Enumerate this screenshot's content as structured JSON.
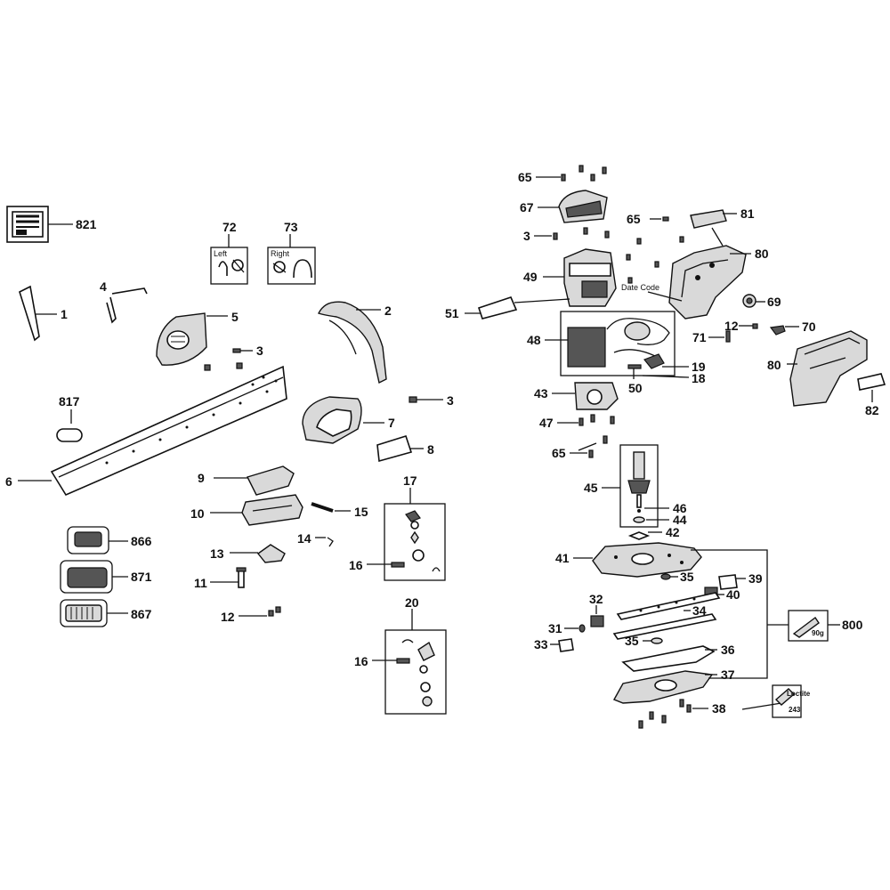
{
  "labels": {
    "p821": "821",
    "p72": "72",
    "p73": "73",
    "p1": "1",
    "p4": "4",
    "p5": "5",
    "p2": "2",
    "p3a": "3",
    "p3b": "3",
    "p817": "817",
    "p6": "6",
    "p7": "7",
    "p8": "8",
    "p9": "9",
    "p10": "10",
    "p15": "15",
    "p17": "17",
    "p14": "14",
    "p16a": "16",
    "p13": "13",
    "p11": "11",
    "p12a": "12",
    "p866": "866",
    "p871": "871",
    "p867": "867",
    "p20": "20",
    "p16b": "16",
    "p65a": "65",
    "p67": "67",
    "p65b": "65",
    "p81": "81",
    "p3c": "3",
    "p80a": "80",
    "p49": "49",
    "p69": "69",
    "p51": "51",
    "p12b": "12",
    "p70": "70",
    "p71": "71",
    "p48": "48",
    "p80b": "80",
    "p19": "19",
    "p18": "18",
    "p50": "50",
    "p43": "43",
    "p82": "82",
    "p47": "47",
    "p65c": "65",
    "p45": "45",
    "p46": "46",
    "p44": "44",
    "p42": "42",
    "p41": "41",
    "p35a": "35",
    "p39": "39",
    "p32": "32",
    "p40": "40",
    "p34": "34",
    "p31": "31",
    "p35b": "35",
    "p800": "800",
    "p33": "33",
    "p36": "36",
    "p37": "37",
    "p38": "38"
  },
  "callouts": {
    "left": "Left",
    "right": "Right",
    "date_code": "Date Code",
    "grease": "90g",
    "loctite_name": "Loctite",
    "loctite_num": "243"
  }
}
